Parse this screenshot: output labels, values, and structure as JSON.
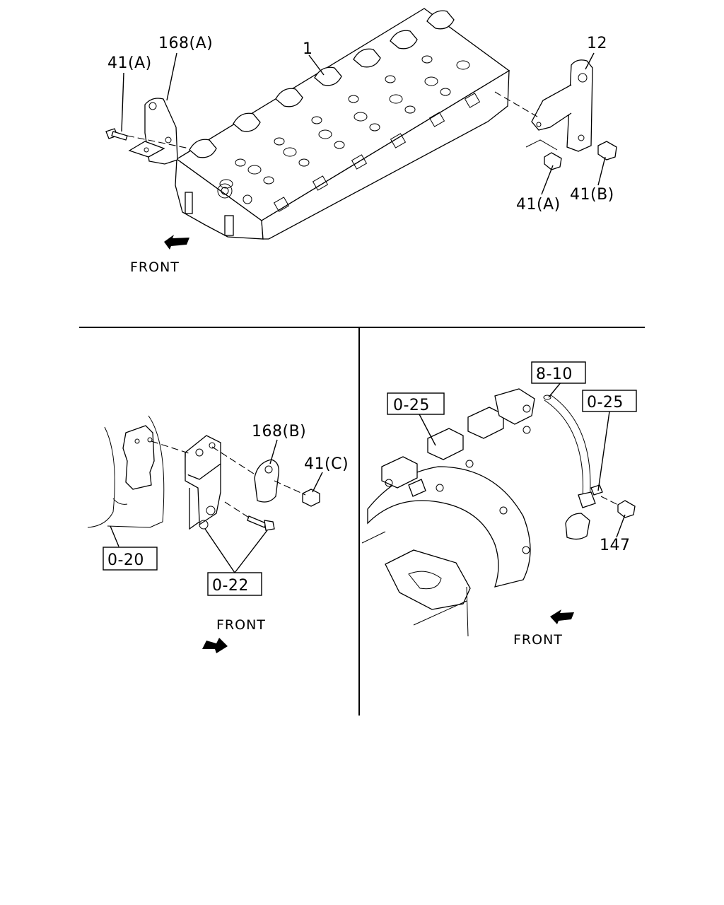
{
  "top_panel": {
    "callouts": {
      "bolt_41a_left": "41(A)",
      "bracket_168a": "168(A)",
      "cylinder_head": "1",
      "bracket_12": "12",
      "bolt_41a_right": "41(A)",
      "bolt_41b": "41(B)"
    },
    "front_label": "FRONT"
  },
  "bottom_left_panel": {
    "callouts": {
      "gasket_168b": "168(B)",
      "bolt_41c": "41(C)"
    },
    "ref_boxes": {
      "ref_0_20": "0-20",
      "ref_0_22": "0-22"
    },
    "front_label": "FRONT"
  },
  "bottom_right_panel": {
    "callouts": {
      "bolt_147": "147"
    },
    "ref_boxes": {
      "ref_8_10": "8-10",
      "ref_0_25_left": "0-25",
      "ref_0_25_right": "0-25"
    },
    "front_label": "FRONT"
  }
}
